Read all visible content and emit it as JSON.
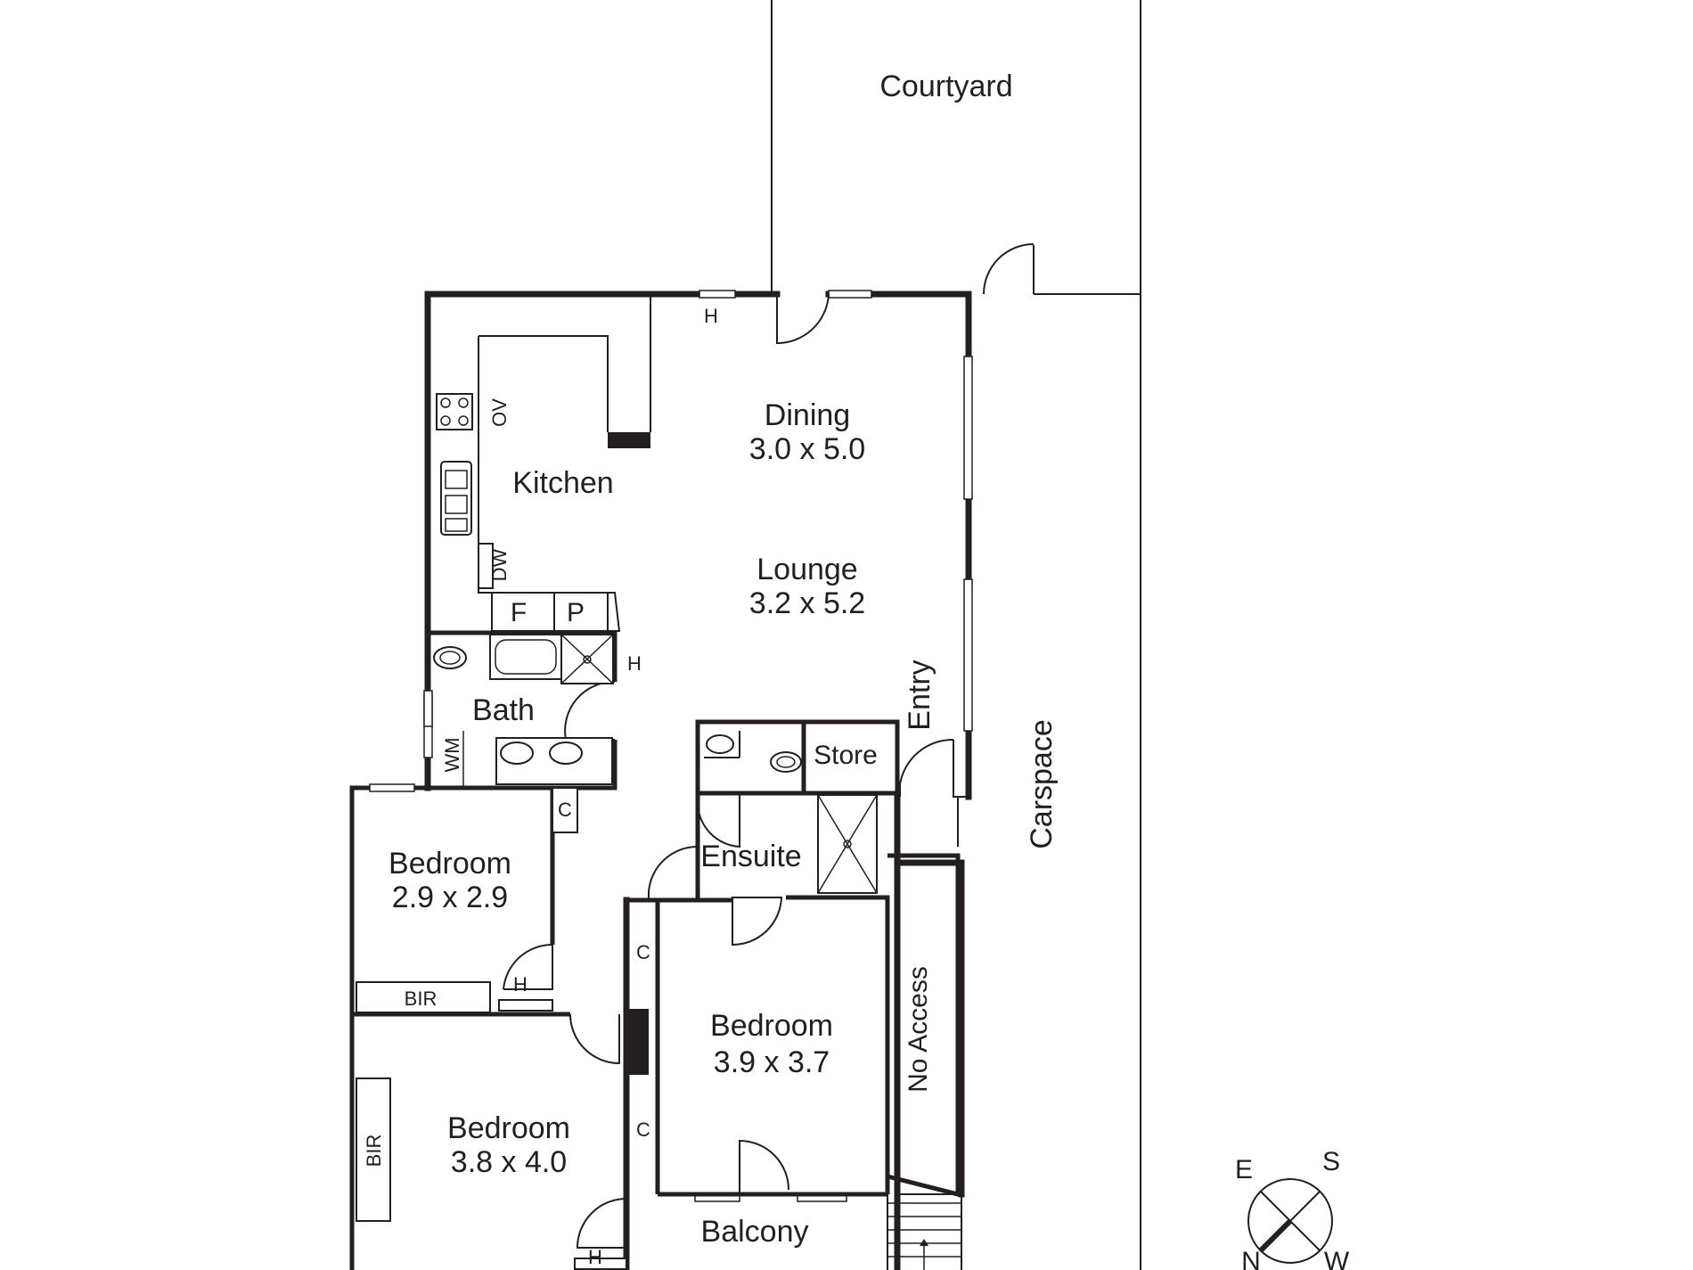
{
  "rooms": {
    "courtyard": {
      "name": "Courtyard"
    },
    "kitchen": {
      "name": "Kitchen"
    },
    "dining": {
      "name": "Dining",
      "size": "3.0 x 5.0"
    },
    "lounge": {
      "name": "Lounge",
      "size": "3.2 x 5.2"
    },
    "bath": {
      "name": "Bath"
    },
    "entry": {
      "name": "Entry"
    },
    "store": {
      "name": "Store"
    },
    "ensuite": {
      "name": "Ensuite"
    },
    "bedroom_1": {
      "name": "Bedroom",
      "size": "2.9 x 2.9"
    },
    "bedroom_2": {
      "name": "Bedroom",
      "size": "3.9 x 3.7"
    },
    "bedroom_3": {
      "name": "Bedroom",
      "size": "3.8 x 4.0"
    },
    "balcony": {
      "name": "Balcony"
    },
    "no_access": {
      "name": "No Access"
    },
    "carspace": {
      "name": "Carspace"
    }
  },
  "fixtures": {
    "oven": "OV",
    "dishwasher": "DW",
    "fridge": "F",
    "pantry": "P",
    "washing_machine": "WM",
    "heater": "H",
    "cupboard": "C",
    "built_in_robe": "BIR"
  },
  "compass": {
    "e": "E",
    "s": "S",
    "n": "N",
    "w": "W"
  }
}
